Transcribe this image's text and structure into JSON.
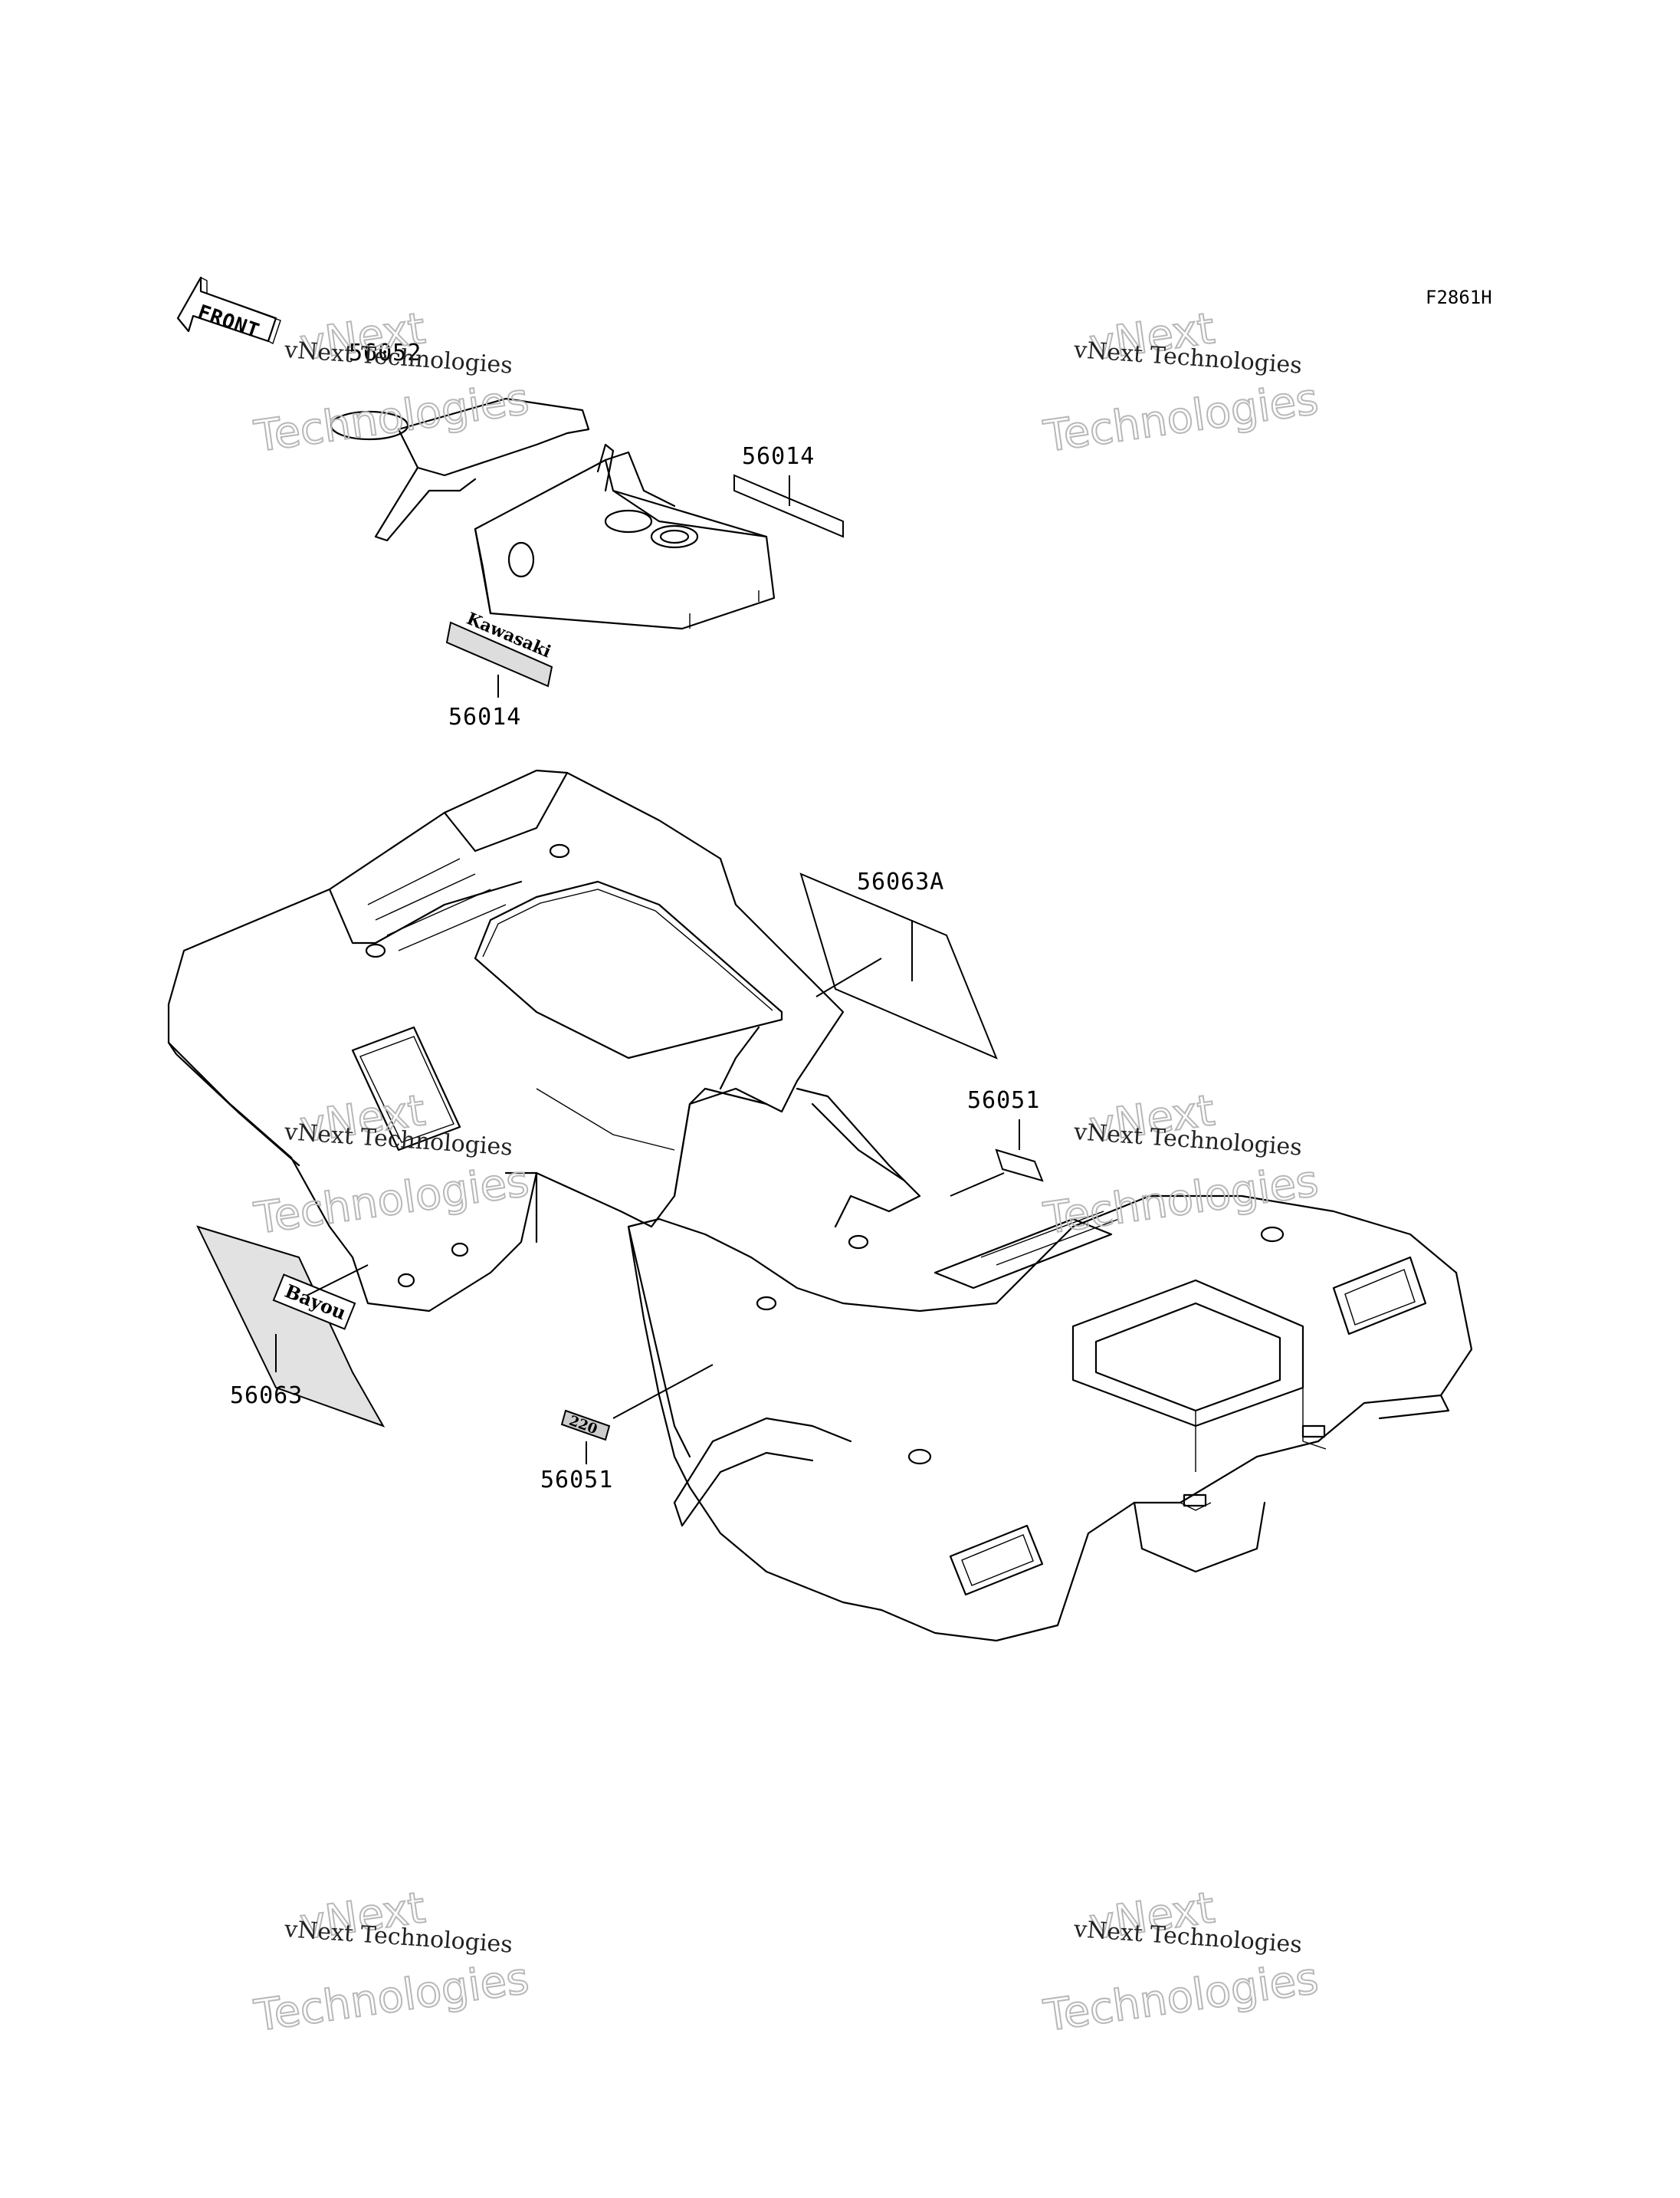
{
  "figure_code": "F2861H",
  "front_label": "FRONT",
  "watermark": {
    "line1": "vNext Technologies",
    "big_line1": "vNext",
    "big_line2": "Technologies"
  },
  "callouts": [
    {
      "id": "c-56052",
      "text": "56052"
    },
    {
      "id": "c-56014-top",
      "text": "56014"
    },
    {
      "id": "c-56014-bottom",
      "text": "56014"
    },
    {
      "id": "c-56063A",
      "text": "56063A"
    },
    {
      "id": "c-56051-right",
      "text": "56051"
    },
    {
      "id": "c-56063",
      "text": "56063"
    },
    {
      "id": "c-56051-bottom",
      "text": "56051"
    }
  ],
  "decal_texts": {
    "kawasaki": "Kawasaki",
    "bayou": "Bayou",
    "model": "220"
  }
}
